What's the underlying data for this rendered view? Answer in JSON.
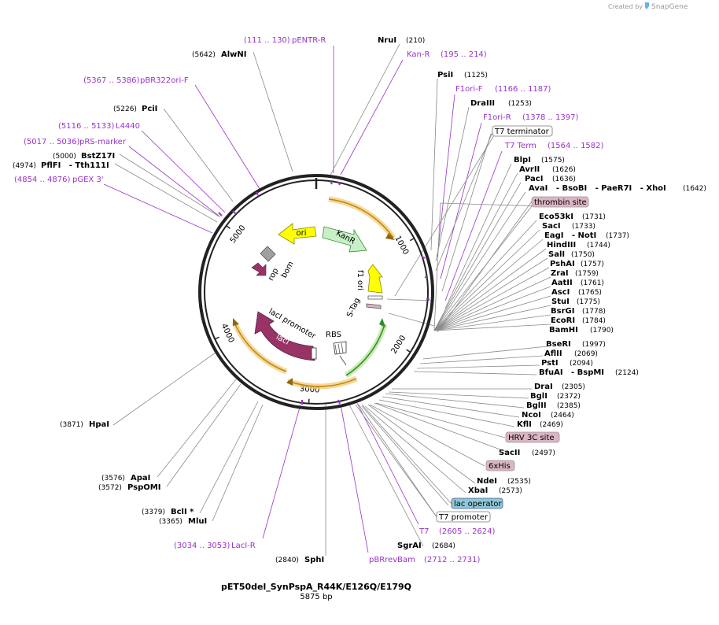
{
  "credit": {
    "created_by": "Created by",
    "brand": "SnapGene"
  },
  "plasmid": {
    "name": "pET50del_SynPspA_R44K/E126Q/E179Q",
    "size": "5875 bp"
  },
  "ruler": [
    "1000",
    "2000",
    "3000",
    "4000",
    "5000"
  ],
  "sites": [
    {
      "name": "NruI",
      "pos": "(210)"
    },
    {
      "name": "PsiI",
      "pos": "(1125)"
    },
    {
      "name": "DraIII",
      "pos": "(1253)"
    },
    {
      "name": "BlpI",
      "pos": "(1575)"
    },
    {
      "name": "AvrII",
      "pos": "(1626)"
    },
    {
      "name": "PacI",
      "pos": "(1636)"
    },
    {
      "name": "AvaI   - BsoBI   - PaeR7I   - XhoI",
      "pos": "(1642)"
    },
    {
      "name": "Eco53kI",
      "pos": "(1731)"
    },
    {
      "name": "SacI",
      "pos": "(1733)"
    },
    {
      "name": "EagI   - NotI",
      "pos": "(1737)"
    },
    {
      "name": "HindIII",
      "pos": "(1744)"
    },
    {
      "name": "SalI",
      "pos": "(1750)"
    },
    {
      "name": "PshAI",
      "pos": "(1757)"
    },
    {
      "name": "ZraI",
      "pos": "(1759)"
    },
    {
      "name": "AatII",
      "pos": "(1761)"
    },
    {
      "name": "AscI",
      "pos": "(1765)"
    },
    {
      "name": "StuI",
      "pos": "(1775)"
    },
    {
      "name": "BsrGI",
      "pos": "(1778)"
    },
    {
      "name": "EcoRI",
      "pos": "(1784)"
    },
    {
      "name": "BamHI",
      "pos": "(1790)"
    },
    {
      "name": "BseRI",
      "pos": "(1997)"
    },
    {
      "name": "AflII",
      "pos": "(2069)"
    },
    {
      "name": "PstI",
      "pos": "(2094)"
    },
    {
      "name": "BfuAI   - BspMI",
      "pos": "(2124)"
    },
    {
      "name": "DraI",
      "pos": "(2305)"
    },
    {
      "name": "BglI",
      "pos": "(2372)"
    },
    {
      "name": "BglII",
      "pos": "(2385)"
    },
    {
      "name": "NcoI",
      "pos": "(2464)"
    },
    {
      "name": "KflI",
      "pos": "(2469)"
    },
    {
      "name": "SacII",
      "pos": "(2497)"
    },
    {
      "name": "NdeI",
      "pos": "(2535)"
    },
    {
      "name": "XbaI",
      "pos": "(2573)"
    },
    {
      "name": "SgrAI",
      "pos": "(2684)"
    },
    {
      "name": "SphI",
      "pos": "(2840)"
    },
    {
      "name": "MluI",
      "pos": "(3365)"
    },
    {
      "name": "BclI *",
      "pos": "(3379)"
    },
    {
      "name": "PspOMI",
      "pos": "(3572)"
    },
    {
      "name": "ApaI",
      "pos": "(3576)"
    },
    {
      "name": "HpaI",
      "pos": "(3871)"
    },
    {
      "name": "PflFI   - Tth111I",
      "pos": "(4974)"
    },
    {
      "name": "BstZ17I",
      "pos": "(5000)"
    },
    {
      "name": "PciI",
      "pos": "(5226)"
    },
    {
      "name": "AlwNI",
      "pos": "(5642)"
    }
  ],
  "primers": [
    {
      "name": "pENTR-R",
      "pos": "(111 .. 130)"
    },
    {
      "name": "Kan-R",
      "pos": "(195 .. 214)"
    },
    {
      "name": "F1ori-F",
      "pos": "(1166 .. 1187)"
    },
    {
      "name": "F1ori-R",
      "pos": "(1378 .. 1397)"
    },
    {
      "name": "T7 Term",
      "pos": "(1564 .. 1582)"
    },
    {
      "name": "T7",
      "pos": "(2605 .. 2624)"
    },
    {
      "name": "pBRrevBam",
      "pos": "(2712 .. 2731)"
    },
    {
      "name": "LacI-R",
      "pos": "(3034 .. 3053)"
    },
    {
      "name": "pGEX 3'",
      "pos": "(4854 .. 4876)"
    },
    {
      "name": "pRS-marker",
      "pos": "(5017 .. 5036)"
    },
    {
      "name": "L4440",
      "pos": "(5116 .. 5133)"
    },
    {
      "name": "pBR322ori-F",
      "pos": "(5367 .. 5386)"
    }
  ],
  "feature_boxes": [
    {
      "name": "T7 terminator",
      "color": "#ffffff"
    },
    {
      "name": "thrombin site",
      "color": "#dcb4c4"
    },
    {
      "name": "HRV 3C site",
      "color": "#dcb4c4"
    },
    {
      "name": "6xHis",
      "color": "#dcb4c4"
    },
    {
      "name": "lac operator",
      "color": "#8cc8d8"
    },
    {
      "name": "T7 promoter",
      "color": "#ffffff"
    }
  ],
  "features": [
    {
      "name": "ori",
      "color": "#ffff00"
    },
    {
      "name": "KanR",
      "color": "#c8f0c8"
    },
    {
      "name": "f1 ori",
      "color": "#ffff00"
    },
    {
      "name": "rop",
      "color": "#a0a0a0"
    },
    {
      "name": "bom",
      "color": "#ffffff"
    },
    {
      "name": "lacI",
      "color": "#993366"
    },
    {
      "name": "lacI promoter",
      "color": "#ffffff"
    },
    {
      "name": "RBS",
      "color": "#ffffff"
    },
    {
      "name": "S-Tag",
      "color": "#ffffff"
    }
  ],
  "colors": {
    "primer": "#9932cc",
    "backbone": "#222222",
    "orf_glow": "#f5c46a",
    "line": "#777777"
  }
}
